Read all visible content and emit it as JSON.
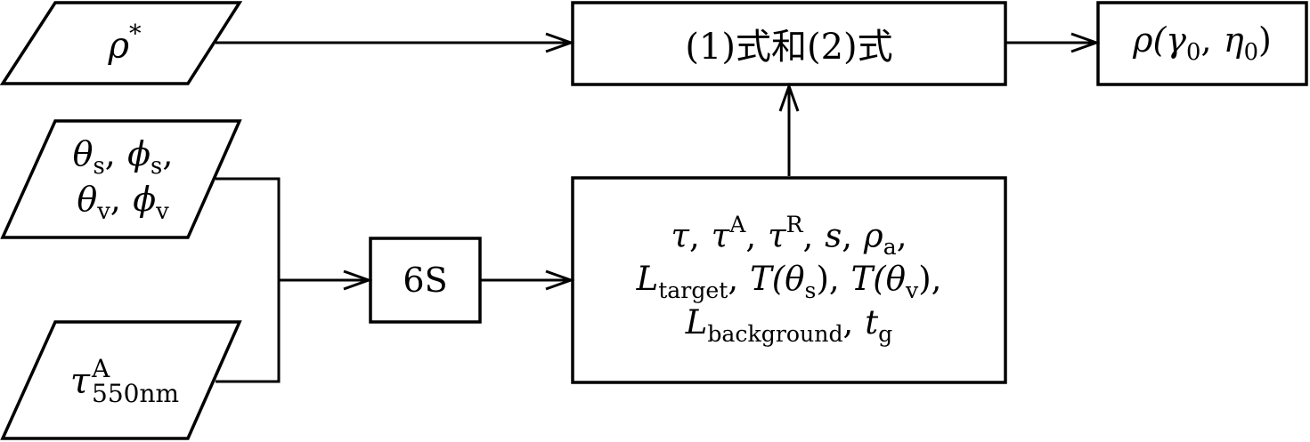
{
  "diagram": {
    "nodes": {
      "rho_star": {
        "symbol": "ρ",
        "sup": "*"
      },
      "angles": {
        "line1": [
          {
            "sym": "θ",
            "sub": "s"
          },
          {
            "sym": "ϕ",
            "sub": "s"
          }
        ],
        "line2": [
          {
            "sym": "θ",
            "sub": "v"
          },
          {
            "sym": "ϕ",
            "sub": "v"
          }
        ]
      },
      "tau550": {
        "symbol": "τ",
        "sup": "A",
        "sub": "550nm"
      },
      "sixs": {
        "label": "6S"
      },
      "params": {
        "line1": {
          "t1": "τ",
          "t2": "τ",
          "t2sup": "A",
          "t3": "τ",
          "t3sup": "R",
          "t4": "s",
          "t5": "ρ",
          "t5sub": "a"
        },
        "line2": {
          "L": "L",
          "Lsub": "target",
          "T1": "T(θ",
          "T1sub": "s",
          "T2": "T(θ",
          "T2sub": "v"
        },
        "line3": {
          "L": "L",
          "Lsub": "background",
          "t": "t",
          "tsub": "g"
        }
      },
      "equations": {
        "label": "(1)式和(2)式"
      },
      "output": {
        "rho": "ρ(",
        "gamma": "γ",
        "gamma_sub": "0",
        "eta": "η",
        "eta_sub": "0",
        "close": ")"
      }
    },
    "edges": [
      {
        "from": "rho_star",
        "to": "equations"
      },
      {
        "from": "angles",
        "to": "sixs"
      },
      {
        "from": "tau550",
        "to": "sixs"
      },
      {
        "from": "sixs",
        "to": "params"
      },
      {
        "from": "params",
        "to": "equations"
      },
      {
        "from": "equations",
        "to": "output"
      }
    ]
  }
}
